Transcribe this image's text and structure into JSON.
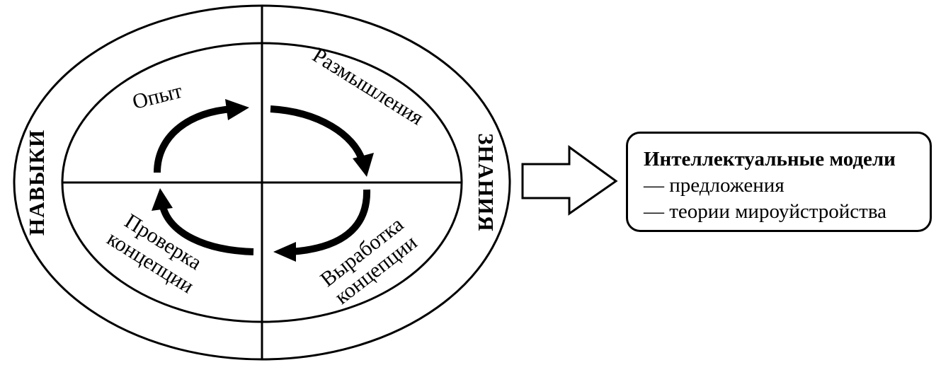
{
  "quadrants": {
    "experience": "Опыт",
    "reflection": "Размышления",
    "concept_dev_line1": "Выработка",
    "concept_dev_line2": "концепции",
    "concept_test_line1": "Проверка",
    "concept_test_line2": "концепции"
  },
  "ring": {
    "left": "НАВЫКИ",
    "right": "ЗНАНИЯ"
  },
  "result_box": {
    "title": "Интеллектуальные модели",
    "items": [
      "— предложения",
      "— теории мироуйстройства"
    ]
  },
  "colors": {
    "stroke": "#000000",
    "background": "#ffffff"
  },
  "icons": {
    "cycle_arrows": "curved-arrow-icon",
    "output_arrow": "right-block-arrow-icon"
  }
}
